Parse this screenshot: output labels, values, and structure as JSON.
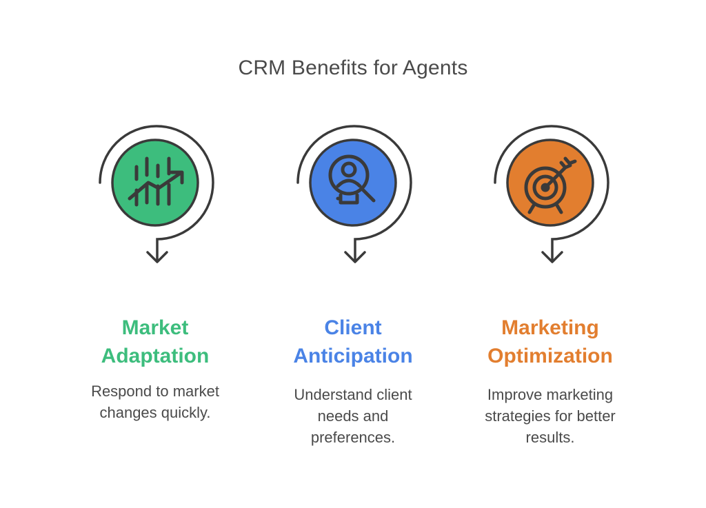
{
  "title": "CRM Benefits for Agents",
  "colors": {
    "green": "#3dbd7d",
    "blue": "#4a83e6",
    "orange": "#e27e2f",
    "stroke": "#3a3a3a"
  },
  "cards": [
    {
      "heading_line1": "Market",
      "heading_line2": "Adaptation",
      "desc_line1": "Respond to market",
      "desc_line2": "changes quickly.",
      "icon": "chart-trend-icon"
    },
    {
      "heading_line1": "Client",
      "heading_line2": "Anticipation",
      "desc_line1": "Understand client",
      "desc_line2": "needs and",
      "desc_line3": "preferences.",
      "icon": "user-search-icon"
    },
    {
      "heading_line1": "Marketing",
      "heading_line2": "Optimization",
      "desc_line1": "Improve marketing",
      "desc_line2": "strategies for better",
      "desc_line3": "results.",
      "icon": "target-arrow-icon"
    }
  ]
}
